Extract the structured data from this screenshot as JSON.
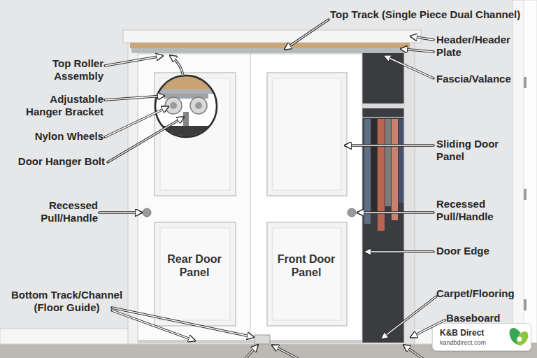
{
  "diagram": {
    "nodes": [
      {
        "text": [
          "Rear Door Panel"
        ]
      },
      {
        "text": [
          "Front Door Panel"
        ]
      },
      {
        "text": [
          "K&B Direct",
          "kandbdirect.com"
        ]
      }
    ],
    "labels": [
      "Top Track (Single Piece Dual Channel)",
      "Header/Header Plate",
      "Top Roller Assembly",
      "Fascia/Valance",
      "Adjustable Hanger Bracket",
      "Nylon Wheels",
      "Door Hanger Bolt",
      "Sliding Door Panel",
      "Recessed Pull/Handle",
      "Recessed Pull/Handle",
      "Door Edge",
      "Bottom Track/Channel (Floor Guide)",
      "Carpet/Flooring",
      "Baseboard"
    ]
  }
}
